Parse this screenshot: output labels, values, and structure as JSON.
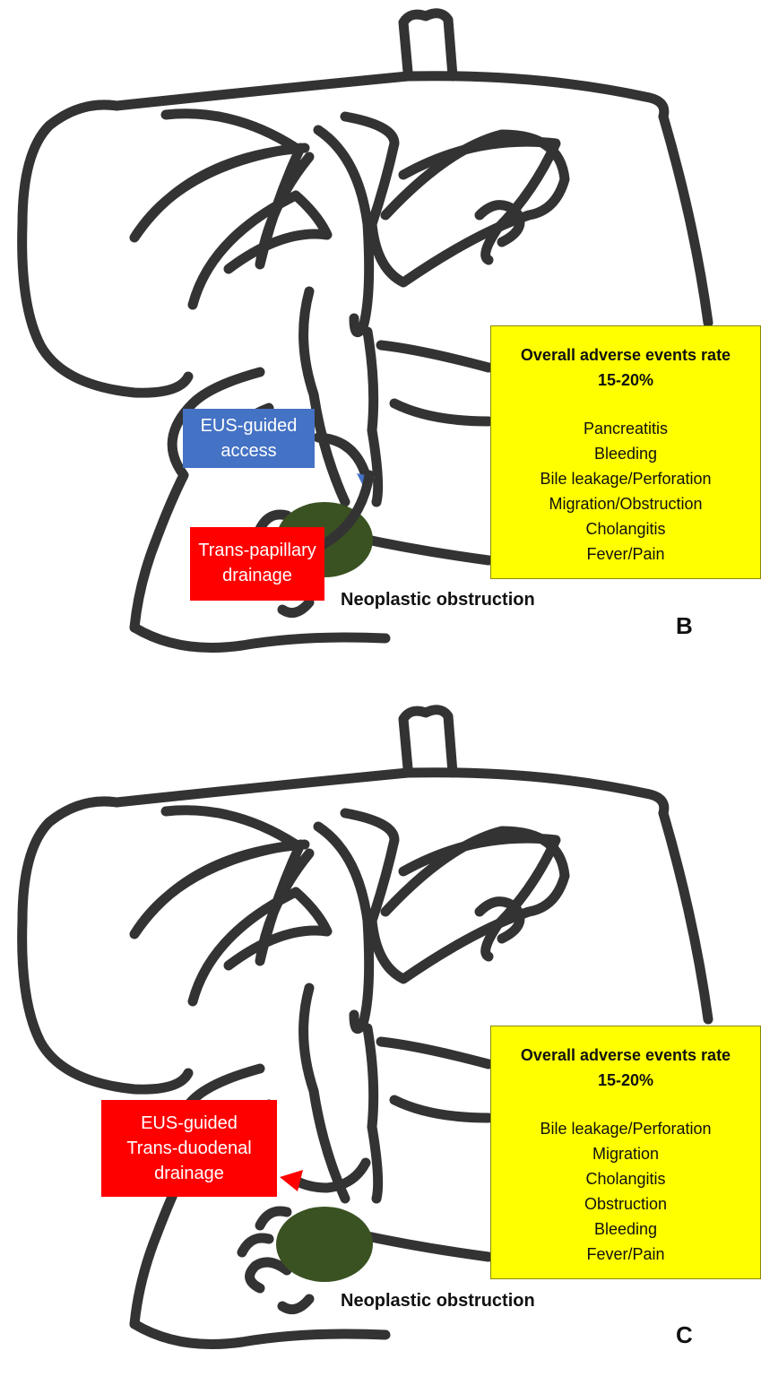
{
  "panels": [
    {
      "letter": "B",
      "caption": "Neoplastic obstruction",
      "access_label": {
        "line1": "EUS-guided",
        "line2": "access"
      },
      "drainage_label": {
        "line1": "Trans-papillary",
        "line2": "drainage"
      },
      "adverse_box": {
        "heading_line1": "Overall adverse events rate",
        "heading_line2": "15-20%",
        "items": [
          "Pancreatitis",
          "Bleeding",
          "Bile leakage/Perforation",
          "Migration/Obstruction",
          "Cholangitis",
          "Fever/Pain"
        ]
      }
    },
    {
      "letter": "C",
      "caption": "Neoplastic obstruction",
      "drainage_label": {
        "line1": "EUS-guided",
        "line2": "Trans-duodenal",
        "line3": "drainage"
      },
      "adverse_box": {
        "heading_line1": "Overall adverse events rate",
        "heading_line2": "15-20%",
        "items": [
          "Bile leakage/Perforation",
          "Migration",
          "Cholangitis",
          "Obstruction",
          "Bleeding",
          "Fever/Pain"
        ]
      }
    }
  ],
  "colors": {
    "outline": "#333333",
    "tumor": "#3a5222",
    "highlight_box": "#ffff00",
    "drainage_red": "#ff0000",
    "access_blue": "#4472c4"
  }
}
